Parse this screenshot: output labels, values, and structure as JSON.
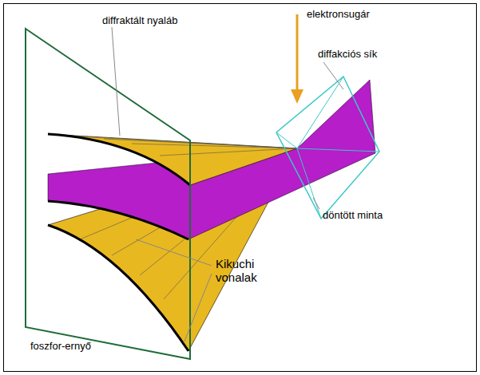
{
  "diagram": {
    "labels": [
      "diffraktált nyaláb",
      "elektronsugár",
      "diffakciós sík",
      "döntött minta",
      "Kikuchi vonalak",
      "foszfor-ernyő"
    ]
  }
}
